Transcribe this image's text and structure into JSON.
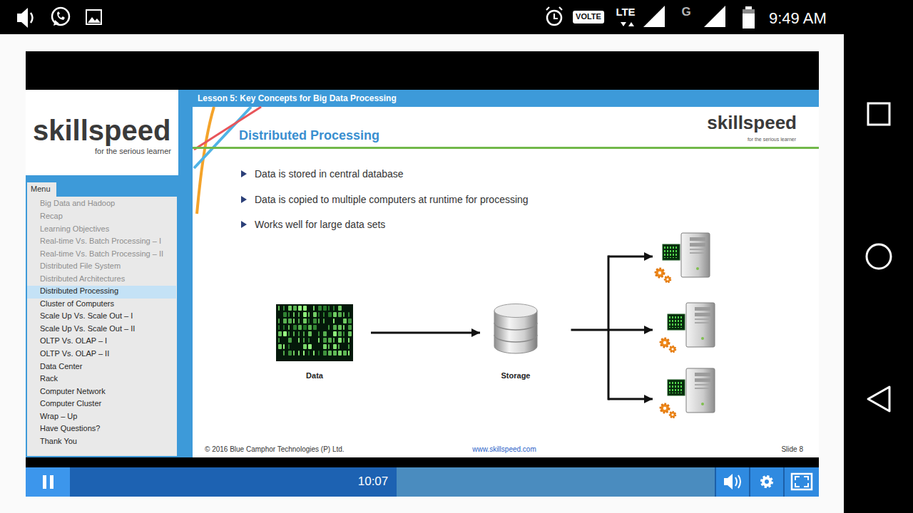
{
  "diagram": {
    "title": "Distributed Processing",
    "nodes": [
      {
        "text": [
          "Data"
        ]
      },
      {
        "text": [
          "Storage"
        ]
      }
    ],
    "edges": [
      {
        "from": 0,
        "to": 1,
        "arrow": "to"
      }
    ],
    "labels": [
      "VOLTE",
      "LTE",
      "G",
      "9:49 AM",
      "skillspeed",
      "for the serious learner",
      "Menu",
      "Big Data and Hadoop",
      "Recap",
      "Learning Objectives",
      "Real-time Vs. Batch Processing – I",
      "Real-time Vs. Batch Processing – II",
      "Distributed File System",
      "Distributed Architectures",
      "Distributed Processing",
      "Cluster of Computers",
      "Scale Up Vs. Scale Out – I",
      "Scale Up Vs. Scale Out – II",
      "OLTP Vs. OLAP – I",
      "OLTP Vs. OLAP – II",
      "Data Center",
      "Rack",
      "Computer Network",
      "Computer Cluster",
      "Wrap – Up",
      "Have Questions?",
      "Thank You",
      "Lesson 5: Key Concepts for Big Data Processing",
      "skillspeed",
      "for the serious learner",
      "Data is stored in central database",
      "Data is copied to multiple computers at runtime for processing",
      "Works well for large data sets",
      "© 2016 Blue Camphor Technologies (P) Ltd.",
      "www.skillspeed.com",
      "Slide 8",
      "10:07"
    ]
  }
}
